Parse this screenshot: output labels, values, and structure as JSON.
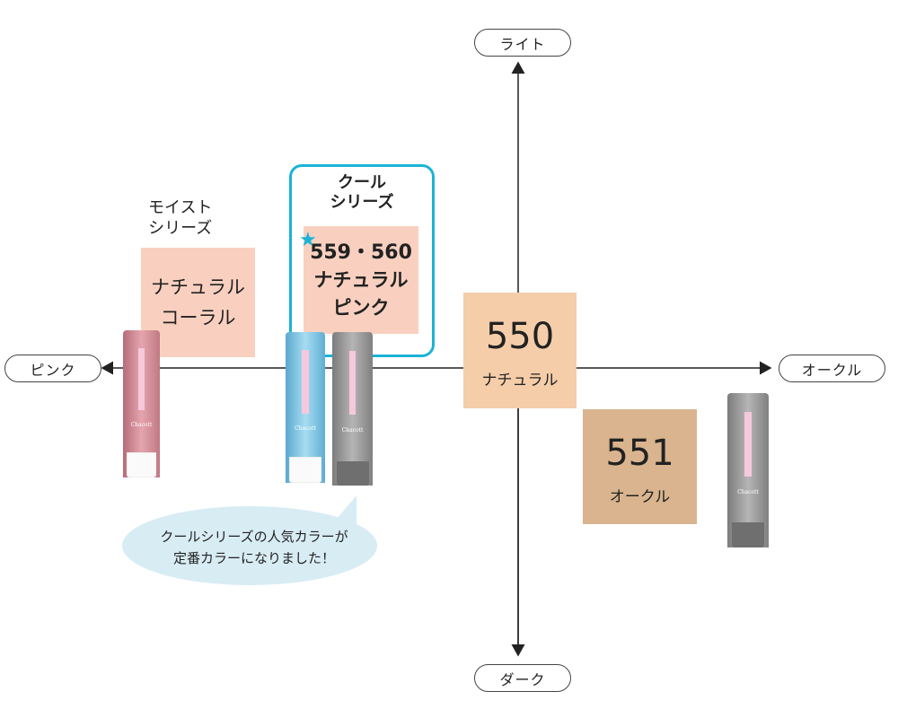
{
  "axes": {
    "top": "ライト",
    "bottom": "ダーク",
    "left": "ピンク",
    "right": "オークル"
  },
  "moist": {
    "series_line1": "モイスト",
    "series_line2": "シリーズ",
    "name_line1": "ナチュラル",
    "name_line2": "コーラル",
    "color": "#f9d0c0"
  },
  "cool": {
    "series_line1": "クール",
    "series_line2": "シリーズ",
    "code": "559・560",
    "name_line1": "ナチュラル",
    "name_line2": "ピンク",
    "star": "★",
    "frame_color": "#1ab3d6",
    "color": "#f9d0c0"
  },
  "shade550": {
    "code": "550",
    "name": "ナチュラル",
    "color": "#f5cda9"
  },
  "shade551": {
    "code": "551",
    "name": "オークル",
    "color": "#d9b48e"
  },
  "bubble": {
    "line1": "クールシリーズの人気カラーが",
    "line2": "定番カラーになりました！"
  },
  "tube_logo": "Chacott"
}
